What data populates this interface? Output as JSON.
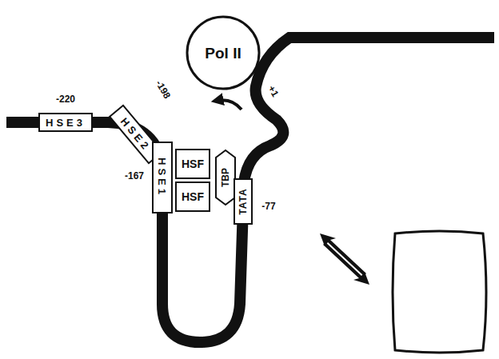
{
  "diagram": {
    "nodes": [
      {
        "text": [
          "HSE3"
        ]
      },
      {
        "text": [
          "HSE2"
        ]
      },
      {
        "text": [
          "HSE1"
        ]
      },
      {
        "text": [
          "HSF"
        ]
      },
      {
        "text": [
          "HSF"
        ]
      },
      {
        "text": [
          "TBP"
        ]
      },
      {
        "text": [
          "TATA"
        ]
      },
      {
        "text": [
          "Pol II"
        ]
      }
    ],
    "labels": [
      "-220",
      "-198",
      "-167",
      "-77",
      "+1"
    ]
  }
}
